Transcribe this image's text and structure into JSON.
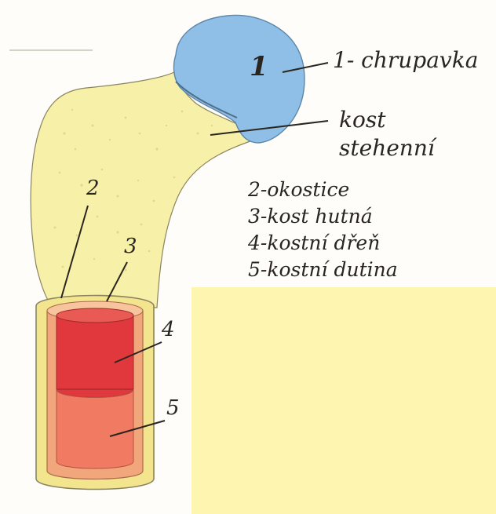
{
  "colors": {
    "paper": "#fefdfa",
    "bone": "#f7f0a8",
    "bone_edge": "#8a8460",
    "cartilage": "#8fbfe6",
    "cartilage_edge": "#5d86aa",
    "marrow": "#e0383c",
    "cavity": "#f07a62",
    "compact": "#f2a67c",
    "ink": "#2b2520",
    "overlay_patch": "#fdf5b0"
  },
  "diagram": {
    "head_number": "1",
    "cartilage_label": "1- chrupavka",
    "bone_label_line1": "kost",
    "bone_label_line2": "stehenní",
    "num_2": "2",
    "num_3": "3",
    "num_4": "4",
    "num_5": "5",
    "legend": [
      "2-okostice",
      "3-kost hutná",
      "4-kostní dřeň",
      "5-kostní dutina"
    ]
  }
}
